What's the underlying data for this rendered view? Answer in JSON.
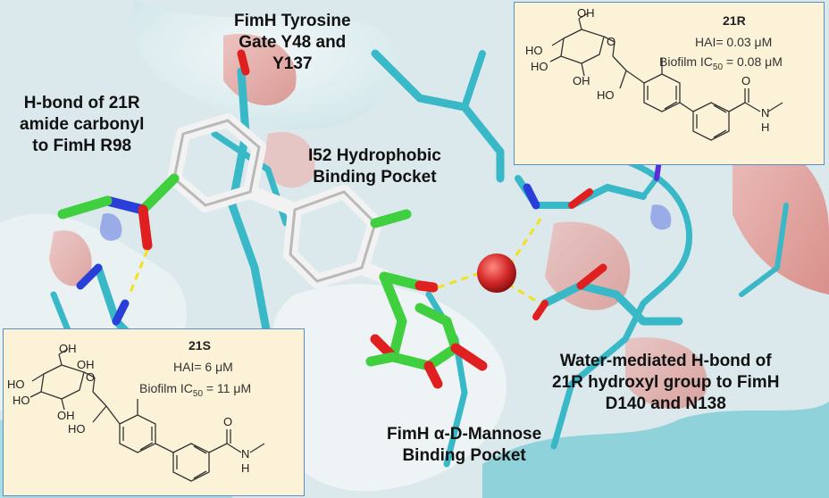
{
  "labels": {
    "tyrosine_gate": [
      "FimH Tyrosine",
      "Gate Y48 and",
      "Y137"
    ],
    "hbond_r98": [
      "H-bond of 21R",
      "amide carbonyl",
      "to FimH R98"
    ],
    "i52_pocket": [
      "I52 Hydrophobic",
      "Binding Pocket"
    ],
    "mannose_pocket": [
      "FimH α-D-Mannose",
      "Binding Pocket"
    ],
    "water_hbond": [
      "Water-mediated H-bond of",
      "21R hydroxyl group to FimH",
      "D140 and N138"
    ]
  },
  "compound_21R": {
    "name": "21R",
    "hai": "HAI= 0.03 μM",
    "biofilm_prefix": "Biofilm IC",
    "biofilm_sub": "50",
    "biofilm_suffix": " = 0.08 μM"
  },
  "compound_21S": {
    "name": "21S",
    "hai": "HAI= 6 μM",
    "biofilm_prefix": "Biofilm IC",
    "biofilm_sub": "50",
    "biofilm_suffix": " = 11 μM"
  },
  "atoms": {
    "OH": "OH",
    "HO": "HO",
    "O": "O",
    "N": "N",
    "H": "H"
  },
  "colors": {
    "surface_cyan": "#7fd0d6",
    "surface_red": "#e0a3a0",
    "ligand_green": "#3fcf3f",
    "ligand_white": "#e8e8e8",
    "oxygen_red": "#e02020",
    "nitrogen_blue": "#2a3fd8",
    "water_sphere": "#d42a2a",
    "protein_stick": "#39b8c8",
    "box_fill": "#fbf2d7",
    "box_border": "#5a8fc2"
  }
}
